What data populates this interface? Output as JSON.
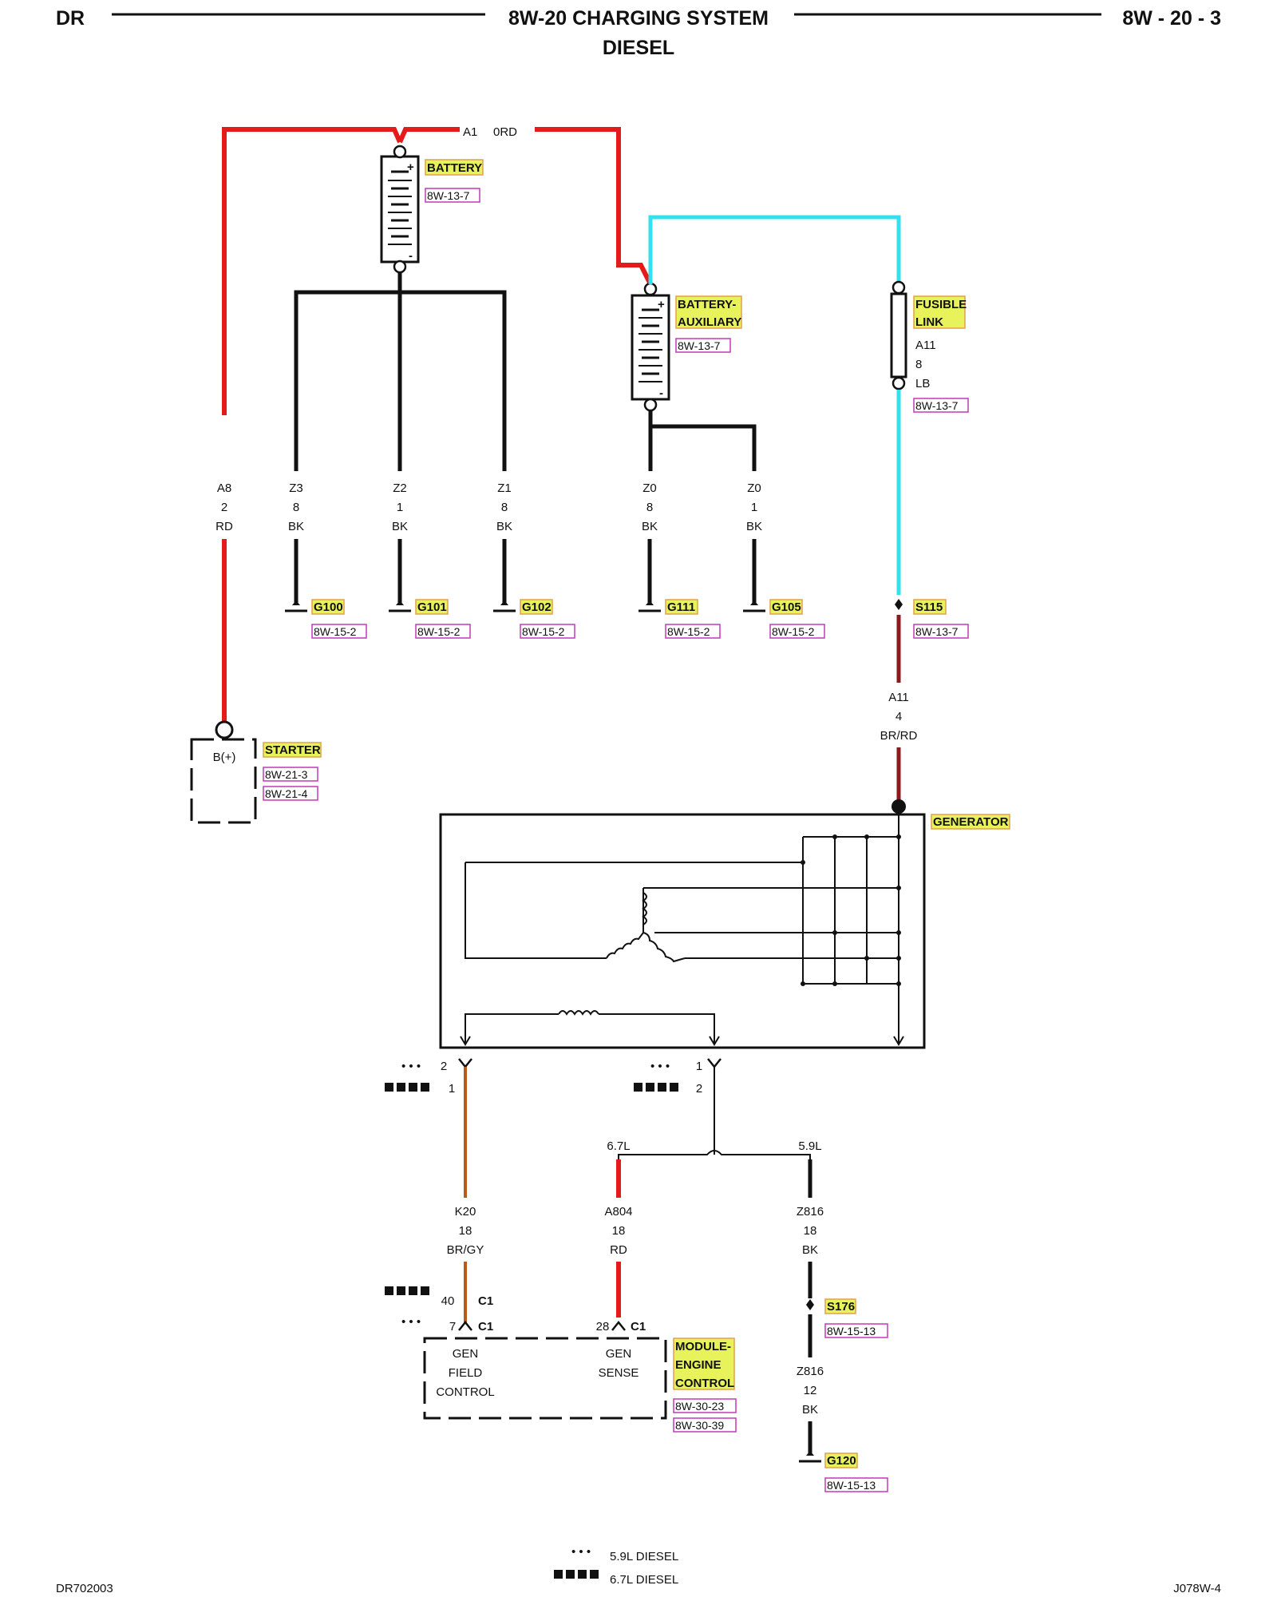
{
  "header": {
    "left": "DR",
    "title": "8W-20 CHARGING SYSTEM",
    "subtitle": "DIESEL",
    "page": "8W - 20 - 3"
  },
  "footer": {
    "left_code": "DR702003",
    "right_code": "J078W-4"
  },
  "legend": {
    "dots_label": "5.9L DIESEL",
    "squares_label": "6.7L DIESEL"
  },
  "components": {
    "battery": {
      "name": "BATTERY",
      "ref": "8W-13-7"
    },
    "battery_aux": {
      "name_line1": "BATTERY-",
      "name_line2": "AUXILIARY",
      "ref": "8W-13-7"
    },
    "fusible_link": {
      "name_line1": "FUSIBLE",
      "name_line2": "LINK",
      "circuit": "A11",
      "gauge": "8",
      "color": "LB",
      "ref": "8W-13-7"
    },
    "starter": {
      "name": "STARTER",
      "terminal": "B(+)",
      "ref1": "8W-21-3",
      "ref2": "8W-21-4"
    },
    "generator": {
      "name": "GENERATOR"
    },
    "pcm": {
      "name_line1": "MODULE-",
      "name_line2": "ENGINE",
      "name_line3": "CONTROL",
      "ref1": "8W-30-23",
      "ref2": "8W-30-39",
      "field_line1": "GEN",
      "field_line2": "FIELD",
      "field_line3": "CONTROL",
      "sense_line1": "GEN",
      "sense_line2": "SENSE"
    }
  },
  "wires": {
    "a1": {
      "circuit": "A1",
      "spec": "0RD"
    },
    "a8": {
      "circuit": "A8",
      "gauge": "2",
      "color": "RD"
    },
    "z3": {
      "circuit": "Z3",
      "gauge": "8",
      "color": "BK"
    },
    "z2": {
      "circuit": "Z2",
      "gauge": "1",
      "color": "BK"
    },
    "z1": {
      "circuit": "Z1",
      "gauge": "8",
      "color": "BK"
    },
    "z0a": {
      "circuit": "Z0",
      "gauge": "8",
      "color": "BK"
    },
    "z0b": {
      "circuit": "Z0",
      "gauge": "1",
      "color": "BK"
    },
    "a11": {
      "circuit": "A11",
      "gauge": "4",
      "color": "BR/RD"
    },
    "k20": {
      "circuit": "K20",
      "gauge": "18",
      "color": "BR/GY"
    },
    "a804": {
      "circuit": "A804",
      "gauge": "18",
      "color": "RD"
    },
    "z816a": {
      "circuit": "Z816",
      "gauge": "18",
      "color": "BK"
    },
    "z816b": {
      "circuit": "Z816",
      "gauge": "12",
      "color": "BK"
    }
  },
  "grounds": {
    "g100": {
      "name": "G100",
      "ref": "8W-15-2"
    },
    "g101": {
      "name": "G101",
      "ref": "8W-15-2"
    },
    "g102": {
      "name": "G102",
      "ref": "8W-15-2"
    },
    "g111": {
      "name": "G111",
      "ref": "8W-15-2"
    },
    "g105": {
      "name": "G105",
      "ref": "8W-15-2"
    },
    "g120": {
      "name": "G120",
      "ref": "8W-15-13"
    }
  },
  "splices": {
    "s115": {
      "name": "S115",
      "ref": "8W-13-7"
    },
    "s176": {
      "name": "S176",
      "ref": "8W-15-13"
    }
  },
  "connectors": {
    "gen_left_dots_pin": "2",
    "gen_left_sq_pin": "1",
    "gen_right_dots_pin": "1",
    "gen_right_sq_pin": "2",
    "pcm_k20_sq_pin": "40",
    "pcm_k20_sq_conn": "C1",
    "pcm_k20_dots_pin": "7",
    "pcm_k20_dots_conn": "C1",
    "pcm_a804_pin": "28",
    "pcm_a804_conn": "C1"
  },
  "branches": {
    "left": "6.7L",
    "right": "5.9L"
  }
}
